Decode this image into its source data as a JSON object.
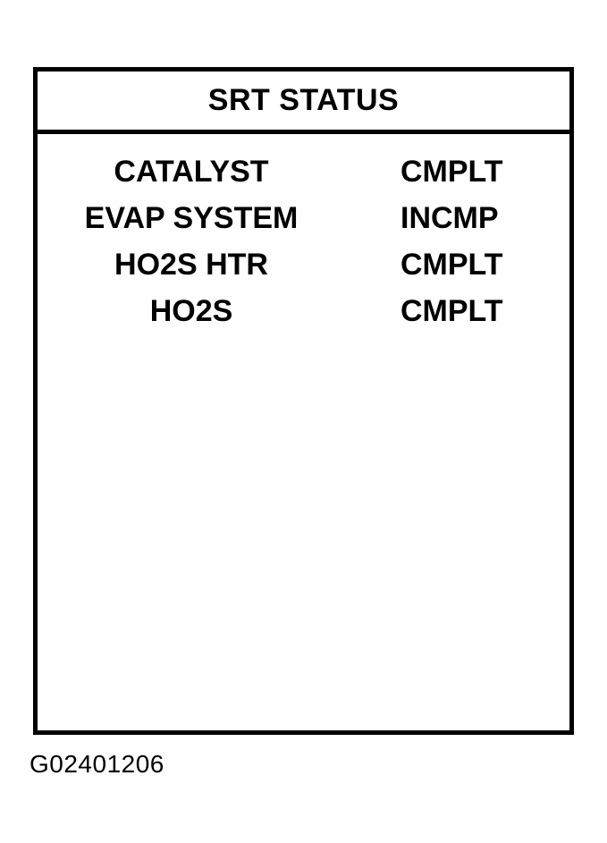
{
  "panel": {
    "title": "SRT STATUS",
    "rows": [
      {
        "label": "CATALYST",
        "status": "CMPLT"
      },
      {
        "label": "EVAP SYSTEM",
        "status": "INCMP"
      },
      {
        "label": "HO2S HTR",
        "status": "CMPLT"
      },
      {
        "label": "HO2S",
        "status": "CMPLT"
      }
    ]
  },
  "figure_id": "G02401206",
  "colors": {
    "foreground": "#000000",
    "background": "#ffffff"
  }
}
